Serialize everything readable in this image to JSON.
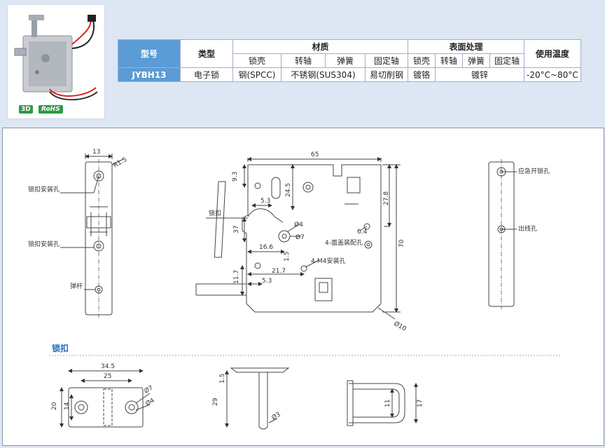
{
  "photo": {
    "badge_3d": "3D",
    "badge_rohs": "RoHS"
  },
  "table": {
    "headers": {
      "model": "型号",
      "type": "类型",
      "material": "材质",
      "surface": "表面处理",
      "temp": "使用温度"
    },
    "subheaders_material": [
      "锁壳",
      "转轴",
      "弹簧",
      "固定轴"
    ],
    "subheaders_surface": [
      "锁壳",
      "转轴",
      "弹簧",
      "固定轴"
    ],
    "row": {
      "model": "JYBH13",
      "type": "电子锁",
      "mat_shell": "钢(SPCC)",
      "mat_shaft_spring": "不锈钢(SUS304)",
      "mat_fixed": "易切削钢",
      "surf_shell": "镀铬",
      "surf_rest": "镀锌",
      "temp": "-20°C~80°C"
    }
  },
  "drawing": {
    "left": {
      "dim_13": "13",
      "r15": "R1.5",
      "label_hole1": "锁扣安装孔",
      "label_hole2": "锁扣安装孔",
      "label_spring": "弹杆"
    },
    "center": {
      "dim_65": "65",
      "dim_93": "9.3",
      "dim_245": "24.5",
      "dim_53a": "5.3",
      "dim_278": "27.8",
      "dim_37": "37",
      "dim_64": "6.4",
      "dim_phi4": "Ø4",
      "dim_phi7": "Ø7",
      "dim_166": "16.6",
      "dim_15": "1.5",
      "dim_70": "70",
      "dim_217": "21.7",
      "dim_117": "11.7",
      "dim_53b": "5.3",
      "dim_phi10": "Ø10",
      "label_latch": "锁扣",
      "label_cover": "4-面盖装配孔",
      "label_m4": "4-M4安装孔"
    },
    "right": {
      "label_emergency": "应急开锁孔",
      "label_wire": "出线孔"
    },
    "section_title": "锁扣",
    "bottom": {
      "dim_345": "34.5",
      "dim_25": "25",
      "dim_20": "20",
      "dim_14": "14",
      "dim_phi7": "Ø7",
      "dim_phi4": "Ø4",
      "dim_15": "1.5",
      "dim_29": "29",
      "dim_phi3": "Ø3",
      "dim_11": "11",
      "dim_17": "17"
    }
  }
}
